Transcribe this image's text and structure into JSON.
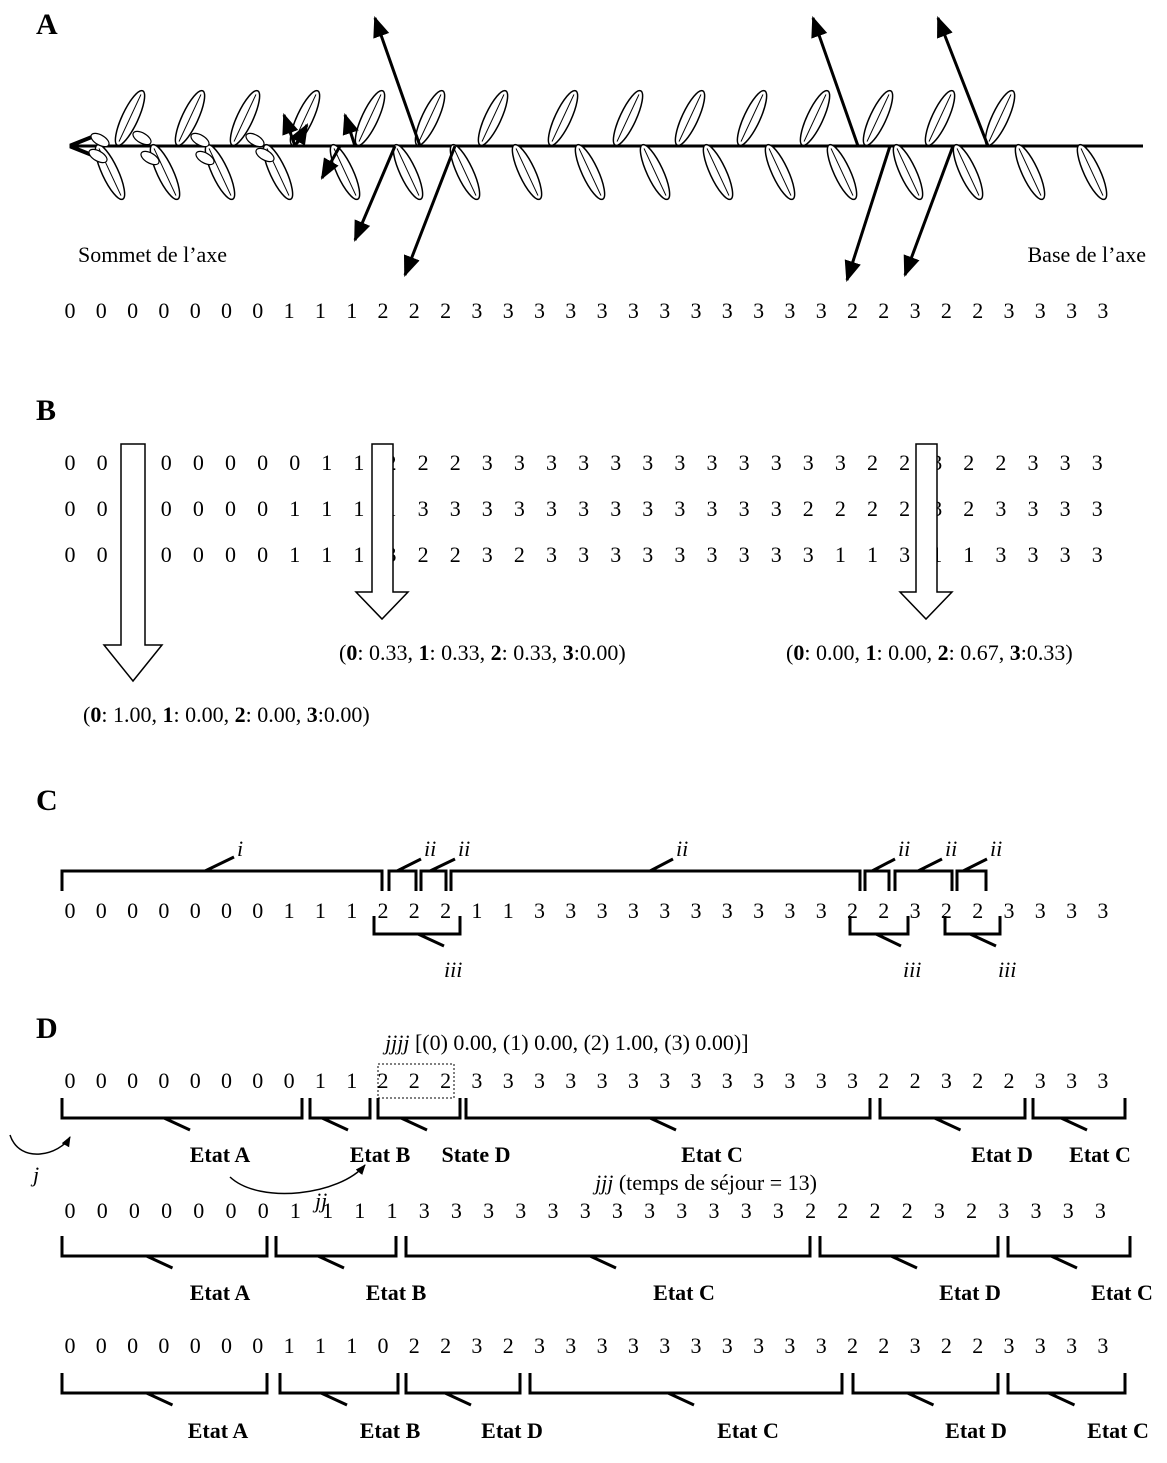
{
  "panels": {
    "A": {
      "label": "A",
      "apex": "Sommet de l’axe",
      "base": "Base de l’axe",
      "sequence": [
        "0",
        "0",
        "0",
        "0",
        "0",
        "0",
        "0",
        "1",
        "1",
        "1",
        "2",
        "2",
        "2",
        "3",
        "3",
        "3",
        "3",
        "3",
        "3",
        "3",
        "3",
        "3",
        "3",
        "3",
        "3",
        "2",
        "2",
        "3",
        "2",
        "2",
        "3",
        "3",
        "3",
        "3"
      ]
    },
    "B": {
      "label": "B",
      "rows": [
        [
          "0",
          "0",
          "0",
          "0",
          "0",
          "0",
          "0",
          "0",
          "1",
          "1",
          "2",
          "2",
          "2",
          "3",
          "3",
          "3",
          "3",
          "3",
          "3",
          "3",
          "3",
          "3",
          "3",
          "3",
          "3",
          "2",
          "2",
          "3",
          "2",
          "2",
          "3",
          "3",
          "3"
        ],
        [
          "0",
          "0",
          "0",
          "0",
          "0",
          "0",
          "0",
          "1",
          "1",
          "1",
          "1",
          "3",
          "3",
          "3",
          "3",
          "3",
          "3",
          "3",
          "3",
          "3",
          "3",
          "3",
          "3",
          "2",
          "2",
          "2",
          "2",
          "3",
          "2",
          "3",
          "3",
          "3",
          "3"
        ],
        [
          "0",
          "0",
          "0",
          "0",
          "0",
          "0",
          "0",
          "1",
          "1",
          "1",
          "3",
          "2",
          "2",
          "3",
          "2",
          "3",
          "3",
          "3",
          "3",
          "3",
          "3",
          "3",
          "3",
          "3",
          "1",
          "1",
          "3",
          "1",
          "1",
          "3",
          "3",
          "3",
          "3"
        ]
      ],
      "distributions": [
        {
          "open": "(",
          "k0": "0",
          "v0": ": 1.00, ",
          "k1": "1",
          "v1": ": 0.00, ",
          "k2": "2",
          "v2": ": 0.00, ",
          "k3": "3",
          "v3": ":0.00)"
        },
        {
          "open": "(",
          "k0": "0",
          "v0": ": 0.33, ",
          "k1": "1",
          "v1": ": 0.33, ",
          "k2": "2",
          "v2": ": 0.33, ",
          "k3": "3",
          "v3": ":0.00)"
        },
        {
          "open": "(",
          "k0": "0",
          "v0": ": 0.00, ",
          "k1": "1",
          "v1": ": 0.00, ",
          "k2": "2",
          "v2": ": 0.67, ",
          "k3": "3",
          "v3": ":0.33)"
        }
      ]
    },
    "C": {
      "label": "C",
      "sequence": [
        "0",
        "0",
        "0",
        "0",
        "0",
        "0",
        "0",
        "1",
        "1",
        "1",
        "2",
        "2",
        "2",
        "1",
        "1",
        "3",
        "3",
        "3",
        "3",
        "3",
        "3",
        "3",
        "3",
        "3",
        "3",
        "2",
        "2",
        "3",
        "2",
        "2",
        "3",
        "3",
        "3",
        "3"
      ],
      "i": "i",
      "ii": "ii",
      "iii": "iii"
    },
    "D": {
      "label": "D",
      "jjjj": "jjjj",
      "jjjj_values": "[(0) 0.00, (1) 0.00, (2) 1.00, (3) 0.00)]",
      "j": "j",
      "jj": "jj",
      "jjj": "jjj",
      "jjj_text": "(temps de séjour = 13)",
      "rows": [
        {
          "sequence": [
            "0",
            "0",
            "0",
            "0",
            "0",
            "0",
            "0",
            "0",
            "1",
            "1",
            "2",
            "2",
            "2",
            "3",
            "3",
            "3",
            "3",
            "3",
            "3",
            "3",
            "3",
            "3",
            "3",
            "3",
            "3",
            "3",
            "2",
            "2",
            "3",
            "2",
            "2",
            "3",
            "3",
            "3"
          ],
          "states": [
            "Etat A",
            "Etat B",
            "State D",
            "Etat C",
            "Etat D",
            "Etat C"
          ]
        },
        {
          "sequence": [
            "0",
            "0",
            "0",
            "0",
            "0",
            "0",
            "0",
            "1",
            "1",
            "1",
            "1",
            "3",
            "3",
            "3",
            "3",
            "3",
            "3",
            "3",
            "3",
            "3",
            "3",
            "3",
            "3",
            "2",
            "2",
            "2",
            "2",
            "3",
            "2",
            "3",
            "3",
            "3",
            "3"
          ],
          "states": [
            "Etat A",
            "Etat B",
            "Etat C",
            "Etat D",
            "Etat C"
          ]
        },
        {
          "sequence": [
            "0",
            "0",
            "0",
            "0",
            "0",
            "0",
            "0",
            "1",
            "1",
            "1",
            "0",
            "2",
            "2",
            "3",
            "2",
            "3",
            "3",
            "3",
            "3",
            "3",
            "3",
            "3",
            "3",
            "3",
            "3",
            "2",
            "2",
            "3",
            "2",
            "2",
            "3",
            "3",
            "3",
            "3"
          ],
          "states": [
            "Etat A",
            "Etat B",
            "Etat D",
            "Etat C",
            "Etat D",
            "Etat C"
          ]
        }
      ]
    }
  }
}
